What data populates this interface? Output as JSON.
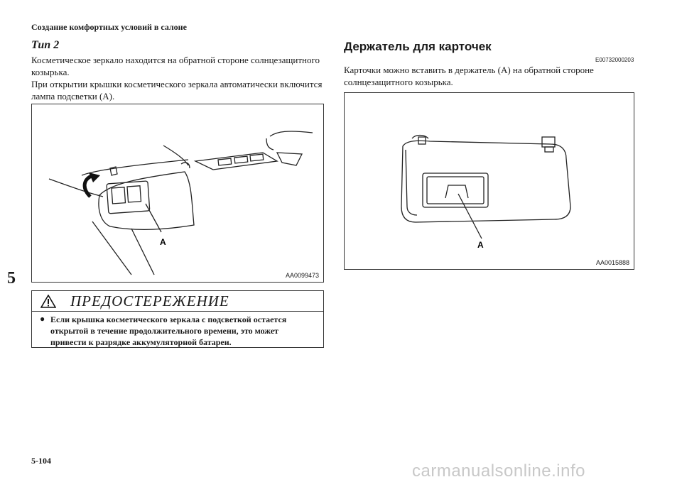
{
  "header": {
    "section_title": "Создание комфортных условий в салоне"
  },
  "chapter_tab": "5",
  "page_number": "5-104",
  "left_column": {
    "subsection_title": "Тип 2",
    "paragraph_1": "Косметическое зеркало находится на обратной стороне солнцезащитного козырька.",
    "paragraph_2": "При открытии крышки косметического зеркала автоматически включится лампа подсветки (A).",
    "figure": {
      "code": "AA0099473",
      "label": "A"
    },
    "warning": {
      "title": "ПРЕДОСТЕРЕЖЕНИЕ",
      "icon": "warning-triangle-icon",
      "bullet": "●",
      "text": "Если крышка косметического зеркала с подсветкой остается открытой в течение продолжительного времени, это может привести к разрядке аккумуляторной батареи."
    }
  },
  "right_column": {
    "section_title": "Держатель для карточек",
    "section_code": "E00732000203",
    "paragraph": "Карточки можно вставить в держатель (A) на обратной стороне солнцезащитного козырька.",
    "figure": {
      "code": "AA0015888",
      "label": "A"
    }
  },
  "watermark": "carmanualsonline.info"
}
